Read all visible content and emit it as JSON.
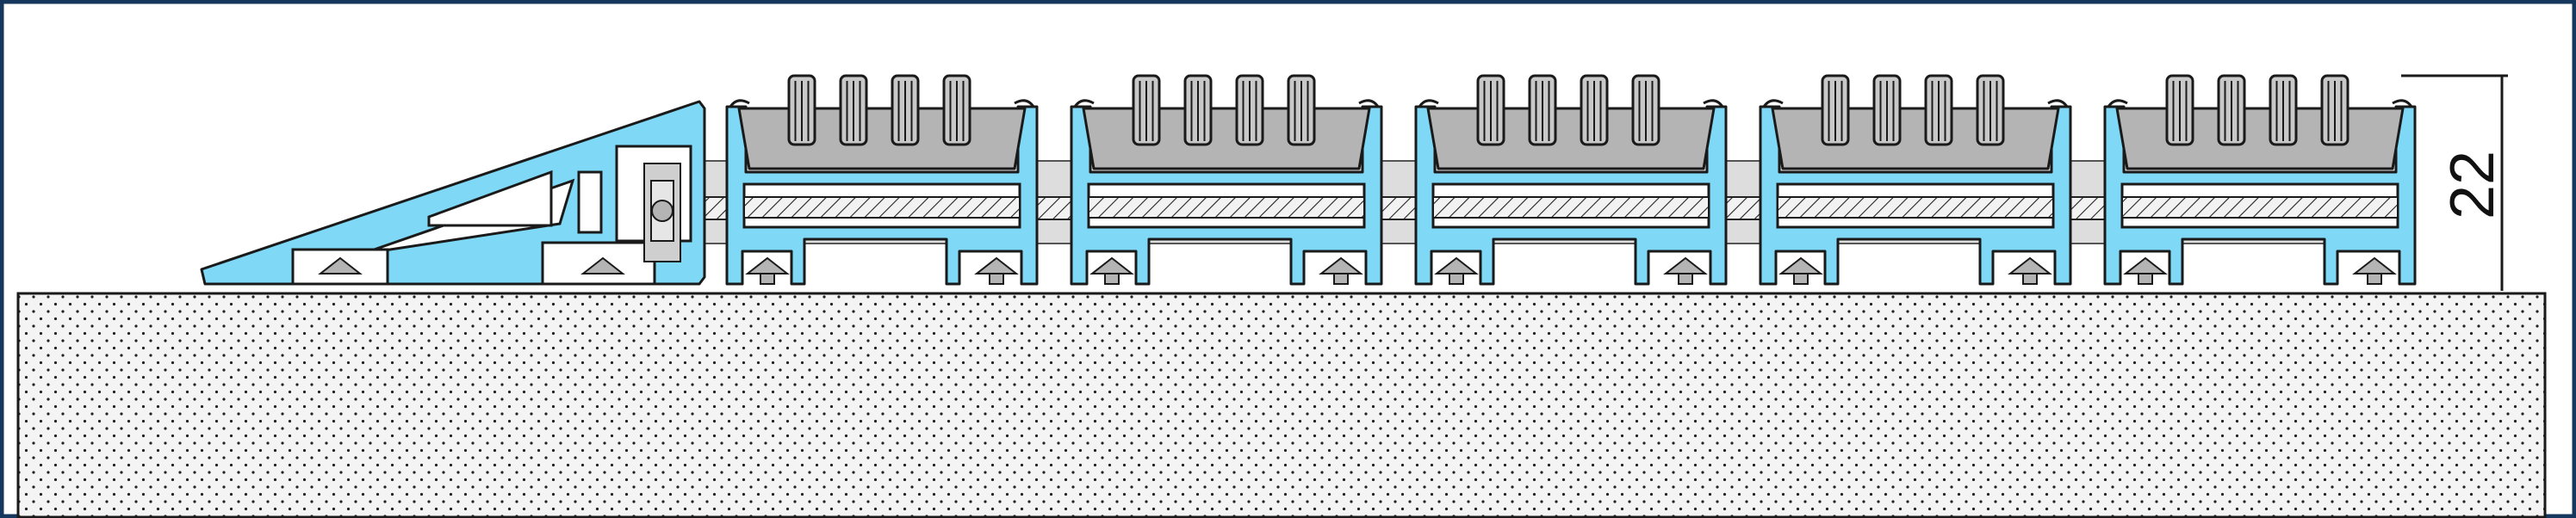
{
  "drawing": {
    "dimension_label": "22",
    "module_count": 5,
    "colors": {
      "profile": "#7fd8f5",
      "insert": "#b4b4b4",
      "rubber": "#c8c8c8",
      "bar": "#dddddd",
      "floor_fill": "#f2f2f2",
      "outline": "#1a1a1a",
      "frame": "#15375e"
    },
    "icons": {
      "floor": "dotted-floor-texture",
      "bar_hatch": "diagonal-hatch"
    }
  }
}
